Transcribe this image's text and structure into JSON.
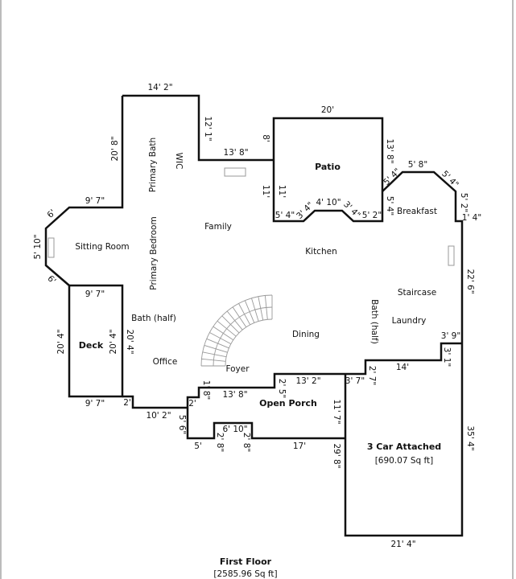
{
  "title": "First Floor",
  "total_area": "[2585.96 Sq ft]",
  "rooms": [
    "Primary Bath",
    "WIC",
    "Family",
    "Sitting Room",
    "Primary Bedroom",
    "Kitchen",
    "Breakfast",
    "Staircase",
    "Bath (half)",
    "Laundry",
    "Bath (half)",
    "Dining",
    "Office",
    "Foyer"
  ],
  "outdoor": {
    "patio": "Patio",
    "deck": "Deck",
    "porch": "Open Porch",
    "garage": "3 Car Attached",
    "garage_area": "[690.07 Sq ft]"
  },
  "dims": [
    "14' 2\"",
    "12' 1\"",
    "13' 8\"",
    "8'",
    "11'",
    "20' 8\"",
    "9' 7\"",
    "6'",
    "5' 10\"",
    "6'",
    "20'",
    "13' 8\"",
    "11'",
    "5' 4\"",
    "3' 4\"",
    "4' 10\"",
    "3' 4\"",
    "5' 2\"",
    "5' 4\"",
    "5' 8\"",
    "5' 4\"",
    "5' 2\"",
    "5' 4\"",
    "1' 4\"",
    "22' 6\"",
    "3' 9\"",
    "3' 1\"",
    "14'",
    "2' 7\"",
    "3' 7\"",
    "35' 4\"",
    "21' 4\"",
    "29' 8\"",
    "17'",
    "2' 8\"",
    "6' 10\"",
    "2' 8\"",
    "5'",
    "5' 6\"",
    "10' 2\"",
    "2'",
    "2'",
    "1' 8\"",
    "13' 8\"",
    "2' 5\"",
    "13' 2\"",
    "11' 7\"",
    "9' 7\"",
    "9' 7\"",
    "20' 4\"",
    "20' 4\"",
    "20' 4\""
  ]
}
